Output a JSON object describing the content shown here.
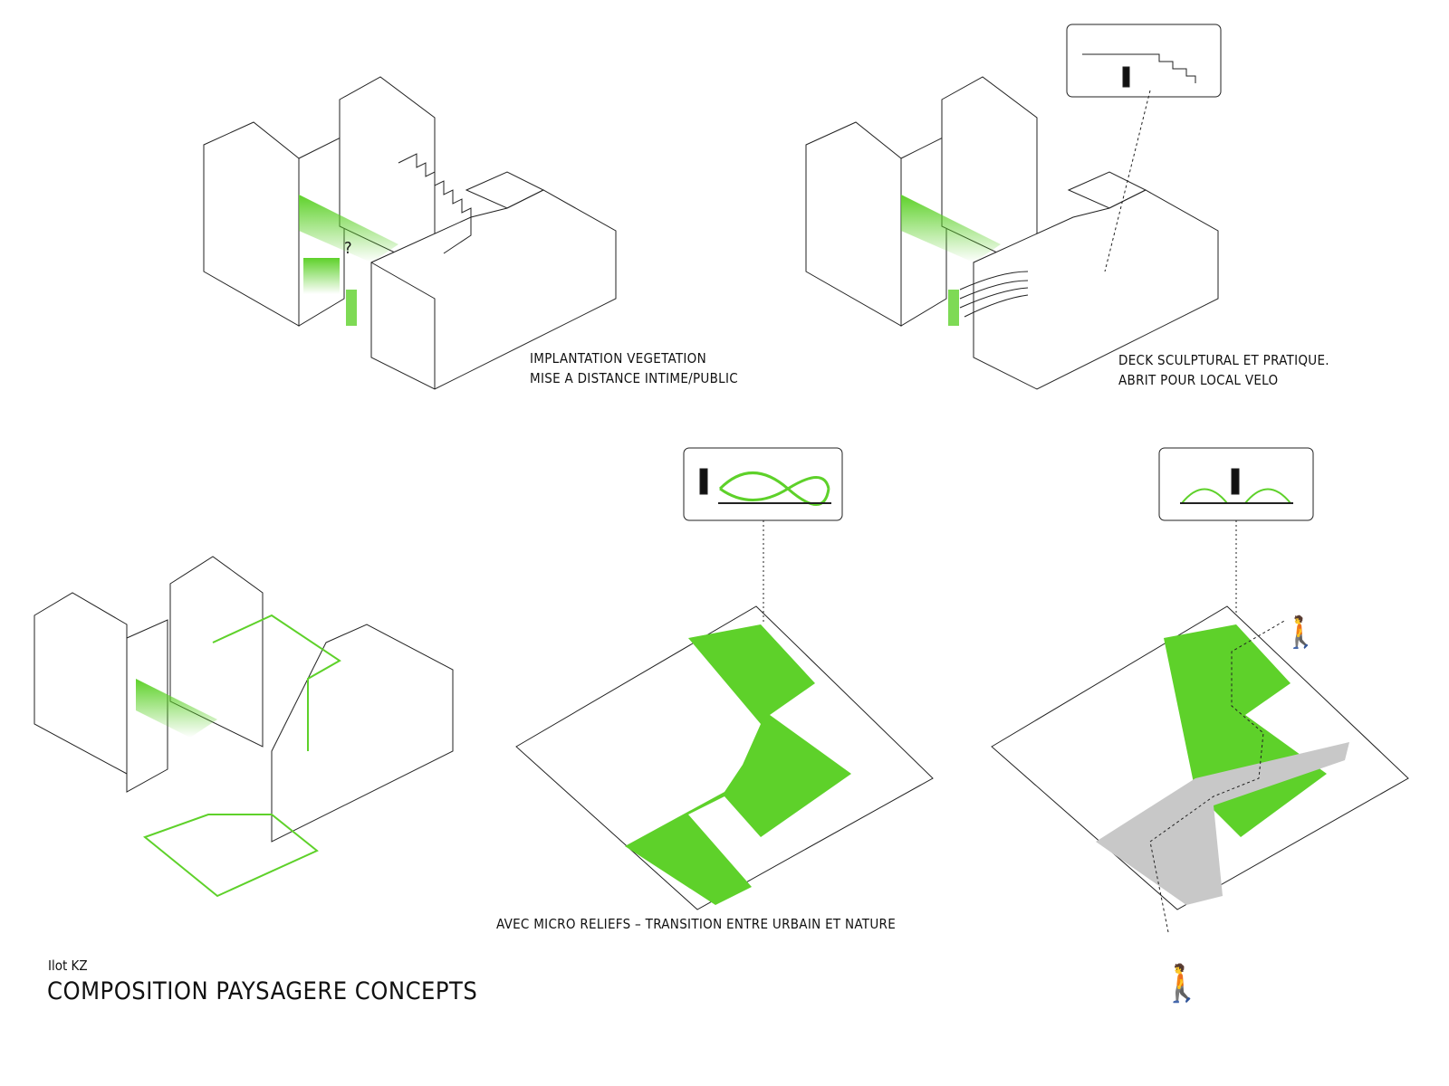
{
  "captions": {
    "diagram1": [
      "IMPLANTATION VEGETATION",
      "MISE A DISTANCE INTIME/PUBLIC"
    ],
    "diagram2": [
      "DECK SCULPTURAL ET PRATIQUE.",
      "ABRIT POUR LOCAL VELO"
    ],
    "diagram45": "AVEC MICRO RELIEFS – TRANSITION ENTRE URBAIN ET NATURE"
  },
  "footer": {
    "subtitle": "Ilot KZ",
    "title": "COMPOSITION PAYSAGERE CONCEPTS"
  },
  "colors": {
    "green": "#5ed12a",
    "line": "#222222",
    "path": "#c8c8c8"
  }
}
